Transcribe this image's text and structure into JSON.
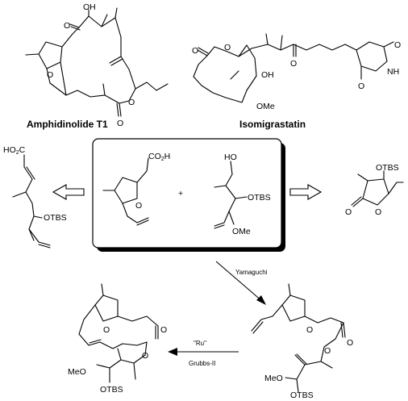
{
  "compounds": {
    "amphidinolide": {
      "name": "Amphidinolide T1",
      "labels": {
        "oh": "OH",
        "ring_o": "O",
        "ester_o": "O",
        "keto_o": "O",
        "carbonyl_o": "O"
      }
    },
    "isomigrastatin": {
      "name": "Isomigrastatin",
      "labels": {
        "ester_o_left": "O",
        "lactone_o": "O",
        "keto_o": "O",
        "oh": "OH",
        "ome": "OMe",
        "imide_o_top": "O",
        "nh": "NH",
        "imide_o_bottom": "O"
      }
    },
    "acid_chain": {
      "labels": {
        "ho2c": "HO",
        "ho2c_sub": "2",
        "ho2c_c": "C",
        "otbs": "OTBS"
      }
    },
    "box_acid": {
      "labels": {
        "co2h": "CO",
        "co2h_sub": "2",
        "co2h_h": "H",
        "ring_o": "O"
      }
    },
    "plus": "+",
    "box_alcohol": {
      "labels": {
        "ho": "HO",
        "otbs": "OTBS",
        "ome": "OMe"
      }
    },
    "lactone_right": {
      "labels": {
        "otbs": "OTBS",
        "ring_o": "O",
        "carbonyl_o": "O"
      }
    },
    "ester_intermediate": {
      "labels": {
        "ring_o": "O",
        "carbonyl_o": "O",
        "ester_o": "O",
        "meo": "MeO",
        "otbs": "OTBS"
      }
    },
    "macrolactone_product": {
      "labels": {
        "ring_o": "O",
        "carbonyl_o": "O",
        "ester_o": "O",
        "meo": "MeO",
        "otbs": "OTBS"
      }
    }
  },
  "arrows": {
    "yamaguchi": "Yamaguchi",
    "ru": "\"Ru\"",
    "grubbs": "Grubbs-II"
  }
}
